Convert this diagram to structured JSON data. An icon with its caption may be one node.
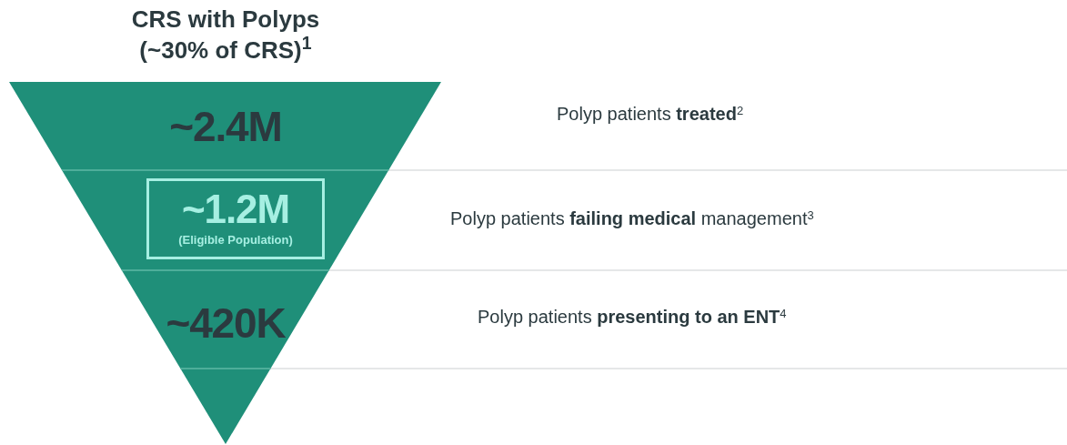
{
  "diagram": {
    "nodes": [
      {
        "text": [
          "CRS with Polyps (~30% of CRS)$^{1}$"
        ]
      },
      {
        "text": [
          "~2.4M"
        ],
        "in": 0
      },
      {
        "text": [
          "~1.2M",
          "(Eligible Population)"
        ],
        "in": 0
      },
      {
        "text": [
          "~420K"
        ],
        "in": 0
      }
    ],
    "labels": [
      "Polyp patients **treated**$^{2}$",
      "Polyp patients **failing medical** management$^{3}$",
      "Polyp patients **presenting to an ENT**$^{4}$"
    ]
  }
}
